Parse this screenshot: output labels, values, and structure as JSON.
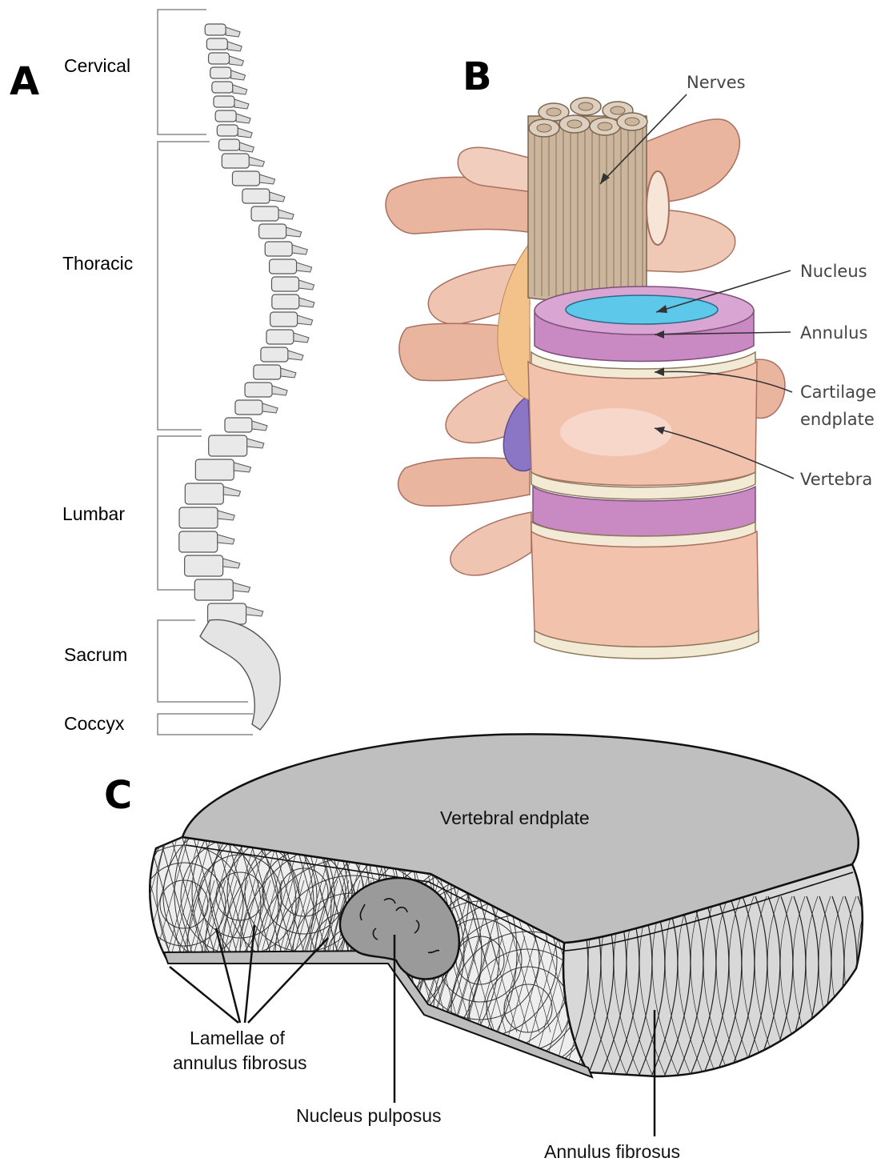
{
  "panels": {
    "a": {
      "letter": "A",
      "regions": [
        "Cervical",
        "Thoracic",
        "Lumbar",
        "Sacrum",
        "Coccyx"
      ]
    },
    "b": {
      "letter": "B",
      "labels": {
        "nerves": "Nerves",
        "nucleus": "Nucleus",
        "annulus": "Annulus",
        "cartilage_line1": "Cartilage",
        "cartilage_line2": "endplate",
        "vertebra": "Vertebra"
      },
      "colors": {
        "nucleus": "#5ec8ea",
        "annulus": "#c98ac4",
        "vertebra": "#f2c2ad",
        "nerves": "#c9b49a",
        "cartilage": "#f3ead6"
      }
    },
    "c": {
      "letter": "C",
      "labels": {
        "endplate": "Vertebral endplate",
        "lamellae_line1": "Lamellae of",
        "lamellae_line2": "annulus fibrosus",
        "nucleus_pulposus": "Nucleus pulposus",
        "annulus_fibrosus": "Annulus fibrosus"
      }
    }
  }
}
